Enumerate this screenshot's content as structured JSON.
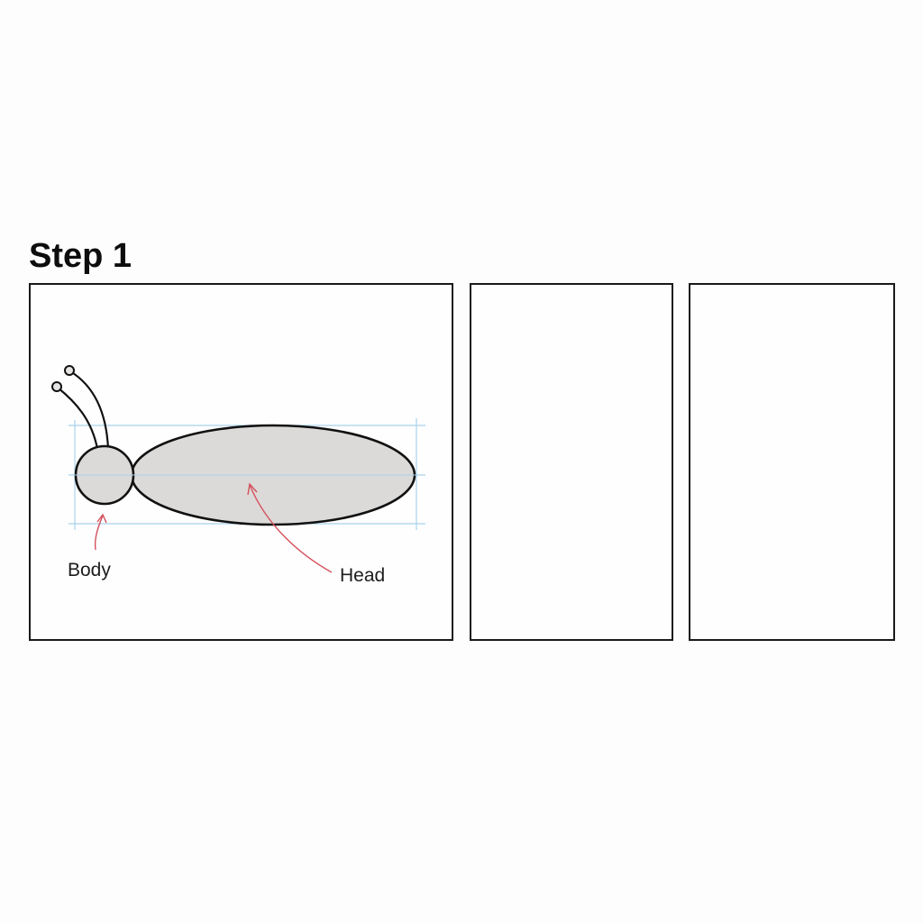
{
  "title": "Step 1",
  "labels": {
    "body": "Body",
    "head": "Head"
  },
  "colors": {
    "outline": "#111111",
    "fill": "#dcdad8",
    "guide": "#a9d3ec",
    "arrow": "#d4505c"
  }
}
